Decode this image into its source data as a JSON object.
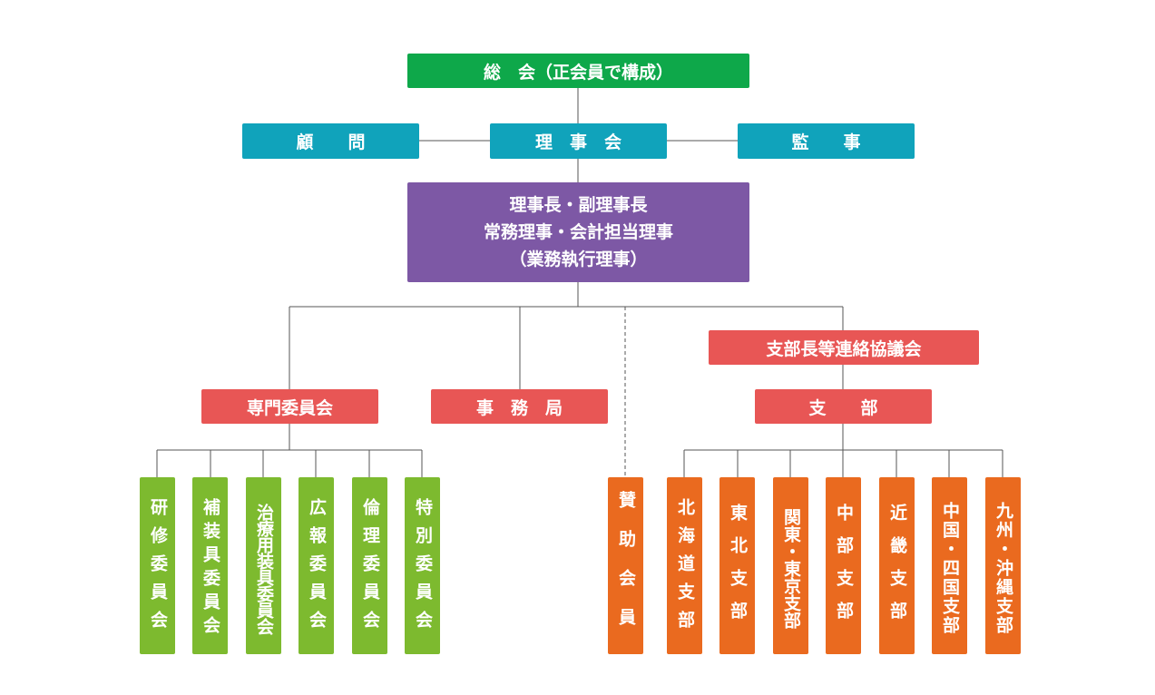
{
  "general_assembly": "総　会（正会員で構成）",
  "advisor": "顧　　問",
  "board": "理　事　会",
  "auditor": "監　　事",
  "executives": {
    "line1": "理事長・副理事長",
    "line2": "常務理事・会計担当理事",
    "line3": "（業務執行理事）"
  },
  "specialist_committee": "専門委員会",
  "secretariat": "事　務　局",
  "branch_council": "支部長等連絡協議会",
  "branches": "支　　部",
  "committees": [
    "研修委員会",
    "補装具委員会",
    "治療用装具委員会",
    "広報委員会",
    "倫理委員会",
    "特別委員会"
  ],
  "supporting_members": "賛助会員",
  "branch_list": [
    "北海道支部",
    "東北支部",
    "関東・東京支部",
    "中部支部",
    "近畿支部",
    "中国・四国支部",
    "九州・沖縄支部"
  ],
  "colors": {
    "assembly": "#0ea84a",
    "board_row": "#10a3bb",
    "executives": "#7d58a5",
    "middle_units": "#e85655",
    "committees": "#7dba2f",
    "branches": "#ea6a1f"
  }
}
